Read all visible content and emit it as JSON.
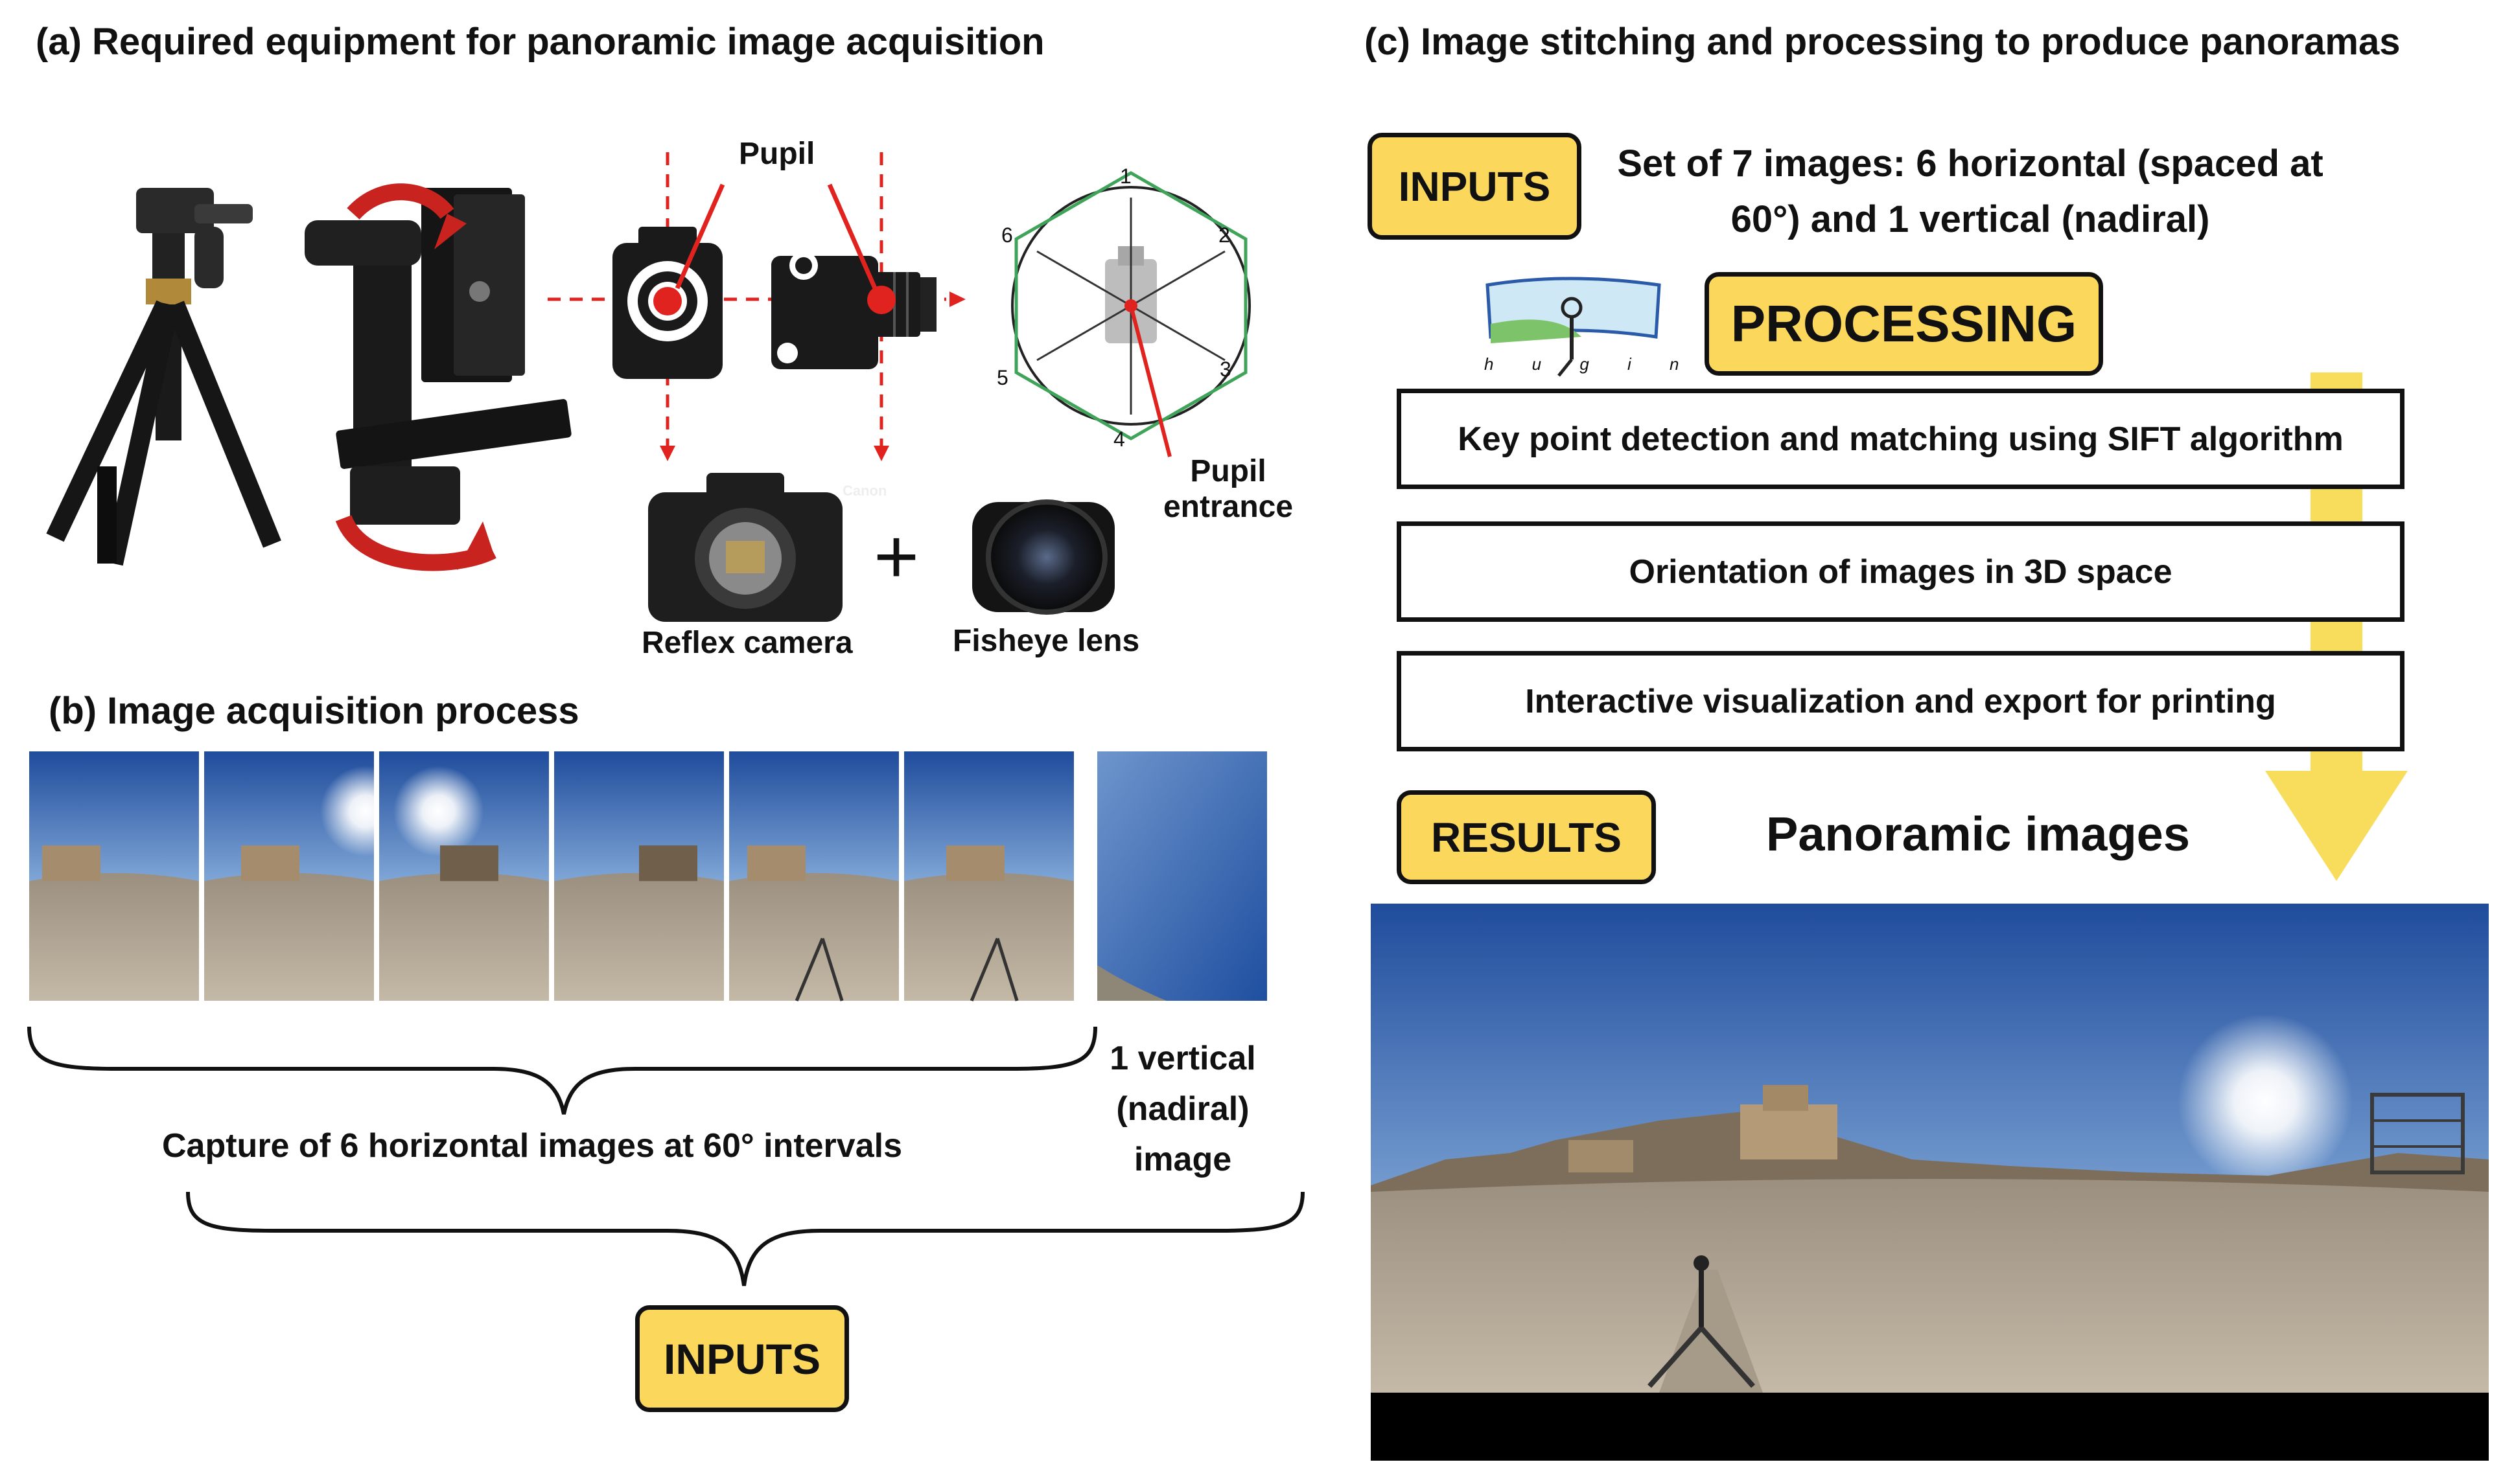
{
  "panel_a": {
    "title": "(a) Required equipment for panoramic image acquisition",
    "pupil_label": "Pupil",
    "pupil_entrance_line1": "Pupil",
    "pupil_entrance_line2": "entrance",
    "reflex_camera_label": "Reflex camera",
    "fisheye_lens_label": "Fisheye lens",
    "plus_sign": "+",
    "camera_brand": "Canon",
    "hexagon_numbers": [
      "1",
      "2",
      "3",
      "4",
      "5",
      "6"
    ]
  },
  "panel_b": {
    "title": "(b) Image acquisition process",
    "horizontal_caption": "Capture of 6 horizontal images at 60° intervals",
    "vertical_caption_line1": "1 vertical",
    "vertical_caption_line2": "(nadiral)",
    "vertical_caption_line3": "image",
    "inputs_label": "INPUTS"
  },
  "panel_c": {
    "title": "(c) Image stitching and processing to produce panoramas",
    "inputs_label": "INPUTS",
    "inputs_description_line1": "Set of 7 images: 6 horizontal (spaced at",
    "inputs_description_line2": "60°) and 1 vertical (nadiral)",
    "processing_label": "PROCESSING",
    "logo_text": "h u g i n",
    "steps": [
      "Key point detection and matching using SIFT algorithm",
      "Orientation of images in 3D space",
      "Interactive visualization and export for printing"
    ],
    "results_label": "RESULTS",
    "results_description": "Panoramic images"
  },
  "colors": {
    "label_yellow": "#fbd85c",
    "flow_arrow_yellow": "#f8dd5c",
    "accent_red": "#e0231f",
    "hexagon_green": "#3fa35a",
    "sky_blue": "#2a58a8"
  }
}
